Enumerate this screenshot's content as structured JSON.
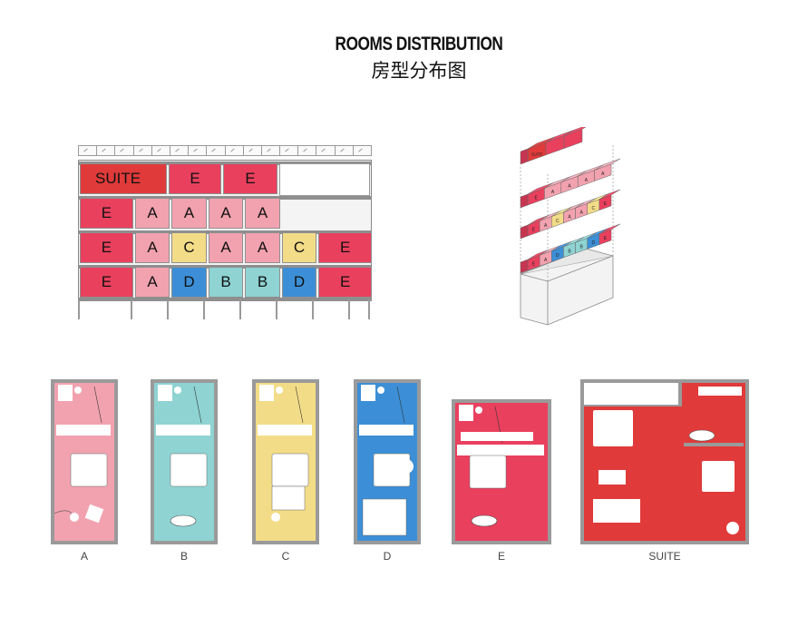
{
  "header": {
    "title_en": "ROOMS DISTRIBUTION",
    "title_cn": "房型分布图"
  },
  "room_types": [
    {
      "code": "A",
      "label": "A",
      "color": "#f2a2af"
    },
    {
      "code": "B",
      "label": "B",
      "color": "#8fd3d3"
    },
    {
      "code": "C",
      "label": "C",
      "color": "#f3dc87"
    },
    {
      "code": "D",
      "label": "D",
      "color": "#3c8fd6"
    },
    {
      "code": "E",
      "label": "E",
      "color": "#e9405e"
    },
    {
      "code": "SUITE",
      "label": "SUITE",
      "color": "#e03a3a"
    }
  ],
  "elevation": {
    "floors": [
      {
        "cells": [
          {
            "text": "SUITE",
            "type": "SUITE"
          },
          {
            "text": "E",
            "type": "E"
          },
          {
            "text": "E",
            "type": "E"
          }
        ]
      },
      {
        "cells": [
          {
            "text": "E",
            "type": "E"
          },
          {
            "text": "A",
            "type": "A"
          },
          {
            "text": "A",
            "type": "A"
          },
          {
            "text": "A",
            "type": "A"
          },
          {
            "text": "A",
            "type": "A"
          }
        ]
      },
      {
        "cells": [
          {
            "text": "E",
            "type": "E"
          },
          {
            "text": "A",
            "type": "A"
          },
          {
            "text": "C",
            "type": "C"
          },
          {
            "text": "A",
            "type": "A"
          },
          {
            "text": "A",
            "type": "A"
          },
          {
            "text": "C",
            "type": "C"
          },
          {
            "text": "E",
            "type": "E"
          }
        ]
      },
      {
        "cells": [
          {
            "text": "E",
            "type": "E"
          },
          {
            "text": "A",
            "type": "A"
          },
          {
            "text": "D",
            "type": "D"
          },
          {
            "text": "B",
            "type": "B"
          },
          {
            "text": "B",
            "type": "B"
          },
          {
            "text": "D",
            "type": "D"
          },
          {
            "text": "E",
            "type": "E"
          }
        ]
      }
    ]
  },
  "axonometric": {
    "levels": [
      {
        "tags": [
          "SUITE",
          "",
          ""
        ]
      },
      {
        "tags": [
          "E",
          "A",
          "A",
          "A",
          "A"
        ]
      },
      {
        "tags": [
          "E",
          "A",
          "C",
          "A",
          "A",
          "C",
          "E"
        ]
      },
      {
        "tags": [
          "E",
          "A",
          "D",
          "B",
          "B",
          "D",
          "E"
        ]
      }
    ]
  },
  "plans": [
    {
      "label": "A",
      "type": "A"
    },
    {
      "label": "B",
      "type": "B"
    },
    {
      "label": "C",
      "type": "C"
    },
    {
      "label": "D",
      "type": "D"
    },
    {
      "label": "E",
      "type": "E"
    },
    {
      "label": "SUITE",
      "type": "SUITE"
    }
  ]
}
